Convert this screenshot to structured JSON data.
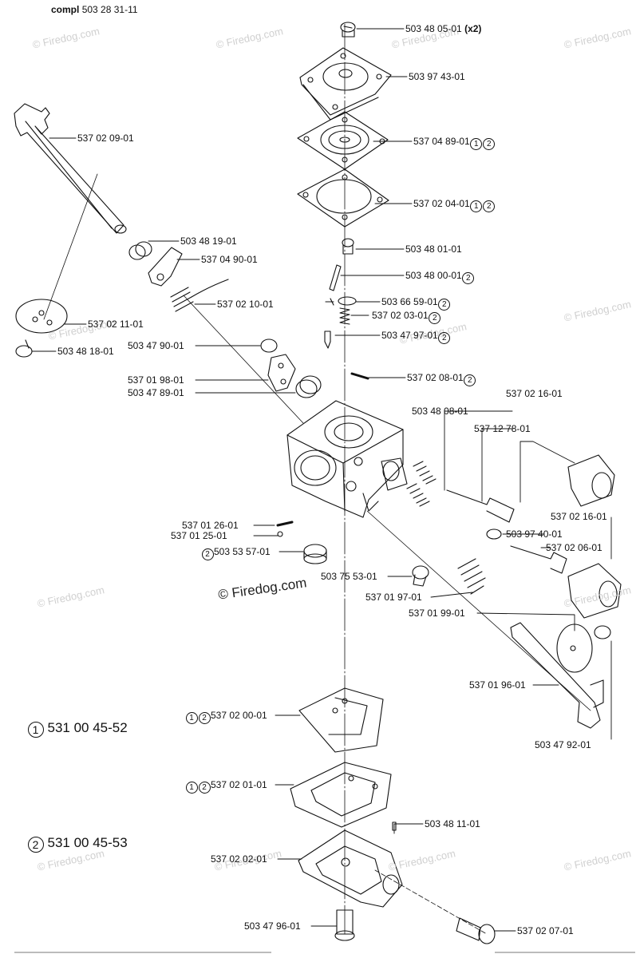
{
  "header": {
    "compl_label": "compl",
    "compl_number": "503 28 31-11"
  },
  "watermark": {
    "text": "© Firedog.com",
    "main_text": "© Firedog.com"
  },
  "kits": [
    {
      "marker": "1",
      "number": "531 00 45-52"
    },
    {
      "marker": "2",
      "number": "531 00 45-53"
    }
  ],
  "parts": [
    {
      "number": "503 48 05-01",
      "suffix": "(x2)",
      "markers": []
    },
    {
      "number": "503 97 43-01",
      "suffix": "",
      "markers": []
    },
    {
      "number": "537 04 89-01",
      "suffix": "",
      "markers": [
        "1",
        "2"
      ]
    },
    {
      "number": "537 02 04-01",
      "suffix": "",
      "markers": [
        "1",
        "2"
      ]
    },
    {
      "number": "503 48 01-01",
      "suffix": "",
      "markers": []
    },
    {
      "number": "503 48 00-01",
      "suffix": "",
      "markers": [
        "2"
      ]
    },
    {
      "number": "503 66 59-01",
      "suffix": "",
      "markers": [
        "2"
      ]
    },
    {
      "number": "537 02 03-01",
      "suffix": "",
      "markers": [
        "2"
      ]
    },
    {
      "number": "503 47 97-01",
      "suffix": "",
      "markers": [
        "2"
      ]
    },
    {
      "number": "537 02 08-01",
      "suffix": "",
      "markers": [
        "2"
      ]
    },
    {
      "number": "537 02 09-01",
      "suffix": "",
      "markers": []
    },
    {
      "number": "503 48 19-01",
      "suffix": "",
      "markers": []
    },
    {
      "number": "537 04 90-01",
      "suffix": "",
      "markers": []
    },
    {
      "number": "537 02 10-01",
      "suffix": "",
      "markers": []
    },
    {
      "number": "537 02 11-01",
      "suffix": "",
      "markers": []
    },
    {
      "number": "503 48 18-01",
      "suffix": "",
      "markers": []
    },
    {
      "number": "503 47 90-01",
      "suffix": "",
      "markers": []
    },
    {
      "number": "537 01 98-01",
      "suffix": "",
      "markers": []
    },
    {
      "number": "503 47 89-01",
      "suffix": "",
      "markers": []
    },
    {
      "number": "537 02 16-01",
      "suffix": "",
      "markers": []
    },
    {
      "number": "503 48 08-01",
      "suffix": "",
      "markers": []
    },
    {
      "number": "537 12 78-01",
      "suffix": "",
      "markers": []
    },
    {
      "number": "537 02 16-01",
      "suffix": "",
      "markers": []
    },
    {
      "number": "503 97 40-01",
      "suffix": "",
      "markers": []
    },
    {
      "number": "537 02 06-01",
      "suffix": "",
      "markers": []
    },
    {
      "number": "537 01 26-01",
      "suffix": "",
      "markers": []
    },
    {
      "number": "537 01 25-01",
      "suffix": "",
      "markers": []
    },
    {
      "number": "503 53 57-01",
      "suffix": "",
      "markers": [
        "2"
      ]
    },
    {
      "number": "503 75 53-01",
      "suffix": "",
      "markers": []
    },
    {
      "number": "537 01 97-01",
      "suffix": "",
      "markers": []
    },
    {
      "number": "537 01 99-01",
      "suffix": "",
      "markers": []
    },
    {
      "number": "537 01 96-01",
      "suffix": "",
      "markers": []
    },
    {
      "number": "503 47 92-01",
      "suffix": "",
      "markers": []
    },
    {
      "number": "537 02 00-01",
      "suffix": "",
      "markers": [
        "1",
        "2"
      ]
    },
    {
      "number": "537 02 01-01",
      "suffix": "",
      "markers": [
        "1",
        "2"
      ]
    },
    {
      "number": "503 48 11-01",
      "suffix": "",
      "markers": []
    },
    {
      "number": "537 02 02-01",
      "suffix": "",
      "markers": []
    },
    {
      "number": "503 47 96-01",
      "suffix": "",
      "markers": []
    },
    {
      "number": "537 02 07-01",
      "suffix": "",
      "markers": []
    }
  ]
}
